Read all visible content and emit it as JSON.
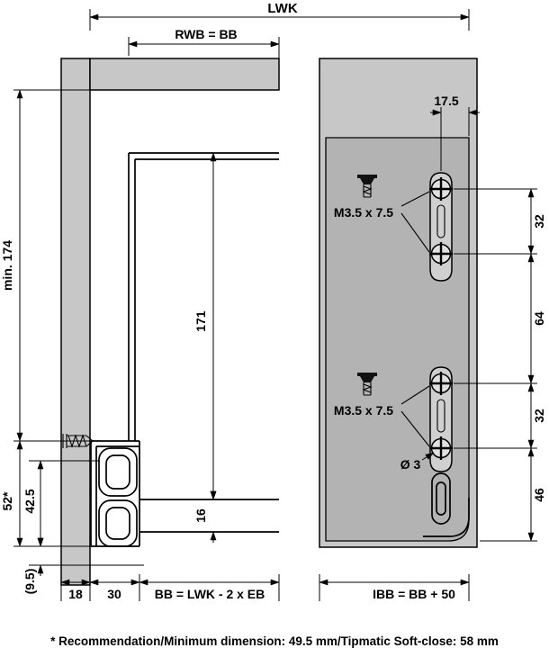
{
  "footnote": "* Recommendation/Minimum dimension: 49.5 mm/Tipmatic Soft-close: 58 mm",
  "front_section": {
    "dim_lwk": "LWK",
    "dim_rwb": "RWB = BB",
    "dim_min_height": "min. 174",
    "dim_back_height": "171",
    "dim_profile_height": "52*",
    "dim_42_5": "42.5",
    "dim_9_5": "(9.5)",
    "dim_bottom_thickness": "16",
    "dim_18": "18",
    "dim_30": "30",
    "dim_bb_formula": "BB = LWK - 2 x EB"
  },
  "rear_view": {
    "dim_17_5": "17.5",
    "screw_spec_top": "M3.5 x 7.5",
    "screw_spec_bottom": "M3.5 x 7.5",
    "dim_drill": "Ø 3",
    "dim_32_upper": "32",
    "dim_64": "64",
    "dim_32_lower": "32",
    "dim_46": "46",
    "dim_ibb_formula": "IBB = BB + 50"
  },
  "colors": {
    "panel_gray": "#c7c7c7",
    "panel_gray_dark": "#b3b3b3",
    "line_color": "#000000"
  }
}
